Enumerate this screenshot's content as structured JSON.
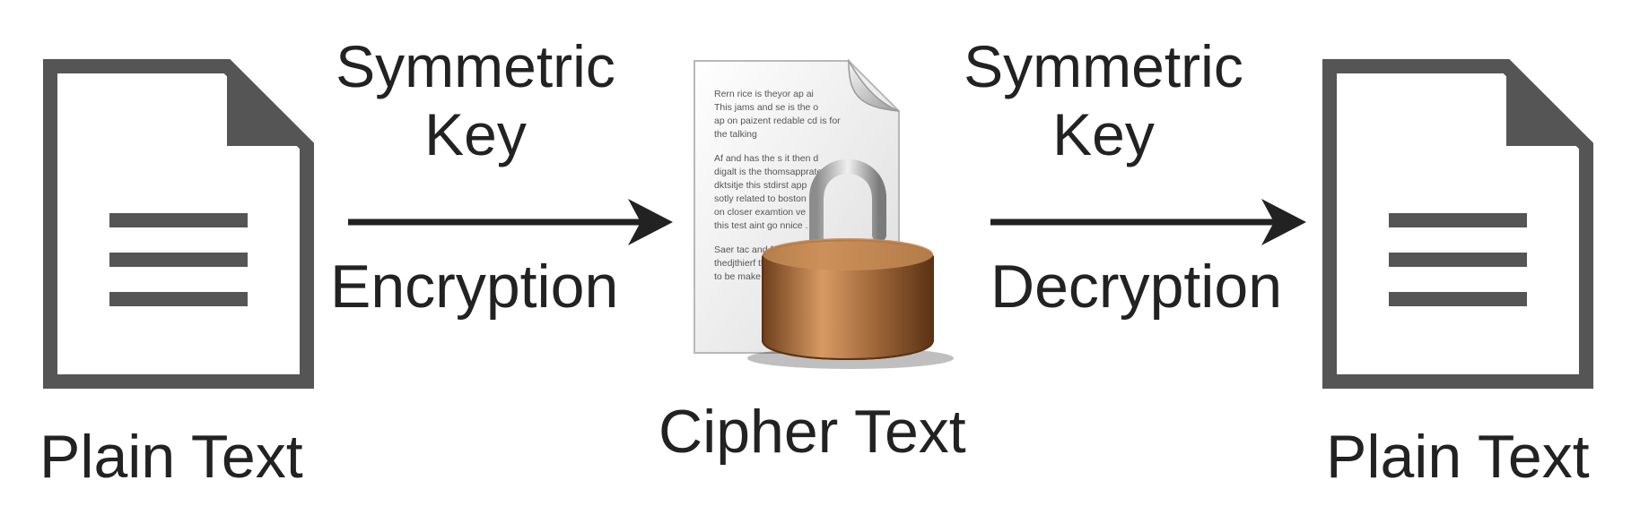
{
  "diagram": {
    "left_document": {
      "label": "Plain Text",
      "icon": "document-icon"
    },
    "encryption_step": {
      "key_label": "Symmetric\nKey",
      "action_label": "Encryption",
      "icon": "arrow-right-icon"
    },
    "cipher_document": {
      "label": "Cipher Text",
      "icon": "locked-document-icon",
      "page_text_lines": [
        "Rern rice is theyor ap  ai",
        "This jams and se is the o",
        "ap on paizent redable cd is  for",
        "the talking",
        "",
        "Af and has the s it then d",
        "digalt is the thomsapprate",
        "dktsitje this stdirst app",
        "sotly related to  boston",
        "on closer examtion ve",
        "this test aint go nnice .",
        "",
        "Saer tac and frevers",
        "thedjthierf thak eopet",
        "to be make rence age"
      ]
    },
    "decryption_step": {
      "key_label": "Symmetric\nKey",
      "action_label": "Decryption",
      "icon": "arrow-right-icon"
    },
    "right_document": {
      "label": "Plain Text",
      "icon": "document-icon"
    },
    "colors": {
      "icon_gray": "#555555",
      "text": "#222222",
      "arrow": "#222222",
      "padlock_brass": "#a0683a"
    }
  }
}
